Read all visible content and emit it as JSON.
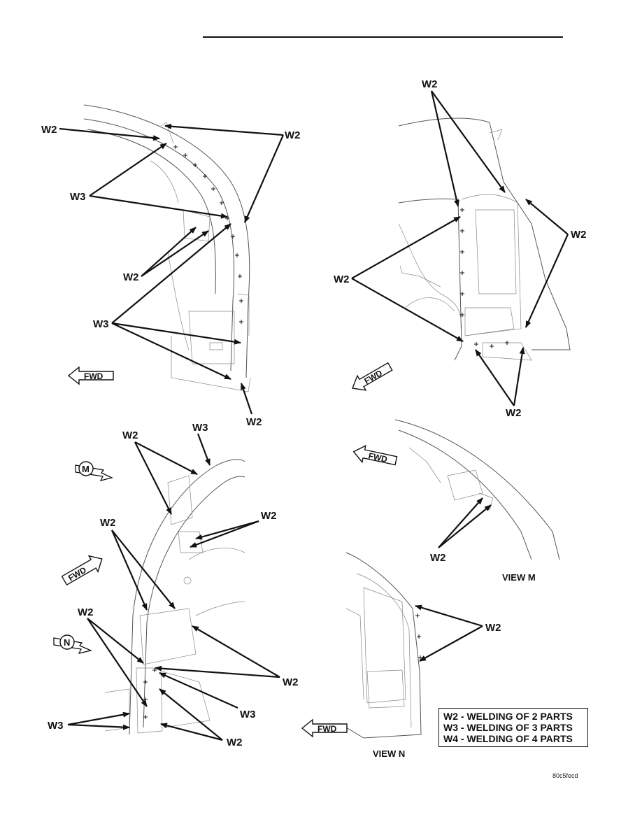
{
  "labels": {
    "w2": "W2",
    "w3": "W3",
    "m": "M",
    "n": "N",
    "fwd": "FWD"
  },
  "views": {
    "view_m": "VIEW M",
    "view_n": "VIEW N"
  },
  "legend": {
    "items": [
      "W2 - WELDING OF 2 PARTS",
      "W3 - WELDING OF 3 PARTS",
      "W4 - WELDING OF 4 PARTS"
    ]
  },
  "figure_code": "80c5fecd"
}
